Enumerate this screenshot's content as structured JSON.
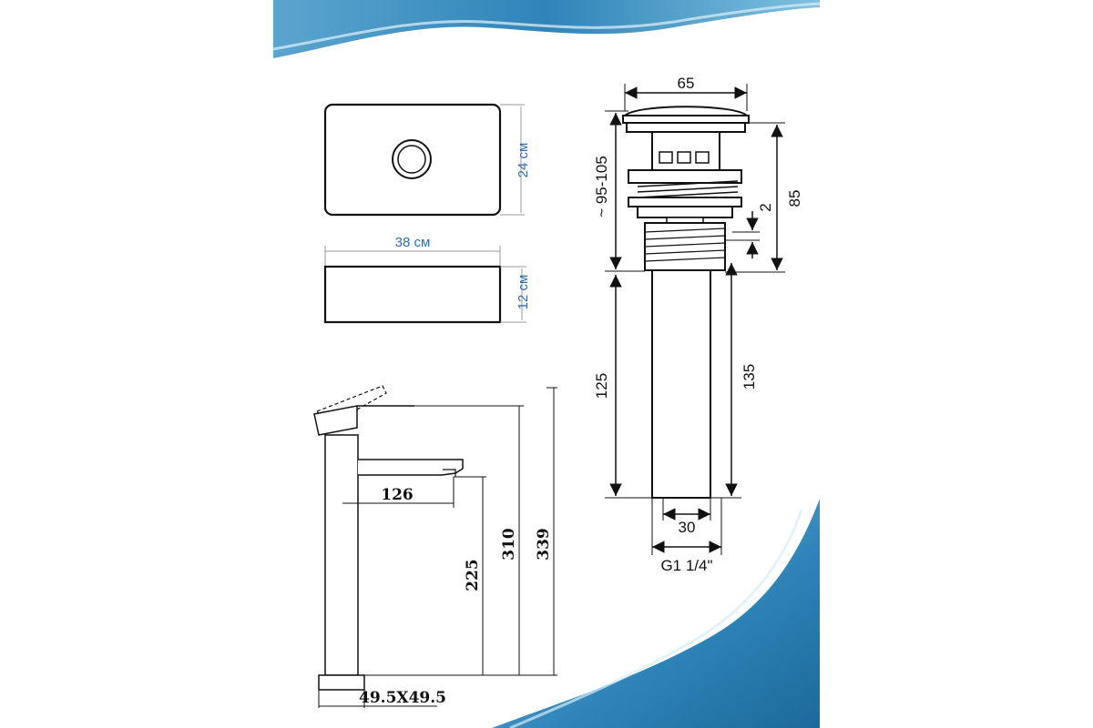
{
  "colors": {
    "background": "#ffffff",
    "wave_blue": "#3a8fc0",
    "wave_deep": "#1f6f9f",
    "cm_label": "#2f6db3",
    "line": "#111111",
    "dim_line": "#777777"
  },
  "basin": {
    "width_label": "38 см",
    "depth_label": "24 см",
    "height_label": "12 см"
  },
  "drain": {
    "top_width": "65",
    "adjust_range": "~ 95-105",
    "body_height": "85",
    "gap": "2",
    "tube_left": "125",
    "tube_right": "135",
    "tube_width": "30",
    "thread": "G1 1/4\""
  },
  "faucet": {
    "spout_reach": "126",
    "spout_height": "225",
    "handle_height": "310",
    "total_height": "339",
    "base_size": "49.5X49.5"
  }
}
